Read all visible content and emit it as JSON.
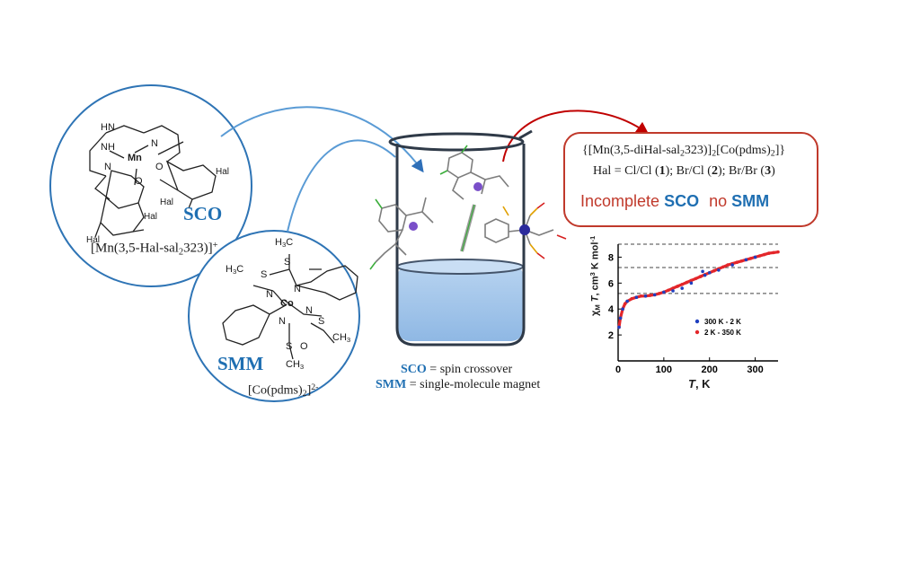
{
  "sco_circle": {
    "atoms": {
      "mn": "Mn",
      "n1": "N",
      "n2": "N",
      "n3": "N",
      "nh1": "NH",
      "hn": "HN",
      "o1": "O",
      "o2": "O"
    },
    "hal_labels": [
      "Hal",
      "Hal",
      "Hal",
      "Hal"
    ],
    "tag": "SCO",
    "formula_main": "[Mn(3,5-Hal-sal",
    "formula_sub": "2",
    "formula_tail": "323)]",
    "formula_sup": "+"
  },
  "smm_circle": {
    "atoms": {
      "co": "Co",
      "n1": "N",
      "n2": "N",
      "n3": "N",
      "n4": "N",
      "s1": "S",
      "s2": "S",
      "s3": "S",
      "s4": "S",
      "o": "O"
    },
    "methyl_top": "H",
    "methyl_top_sub": "3",
    "methyl_top_c": "C",
    "methyl_left": "H",
    "methyl_left_sub": "3",
    "methyl_left_c": "C",
    "methyl_right_c": "CH",
    "methyl_right_sub": "3",
    "methyl_bottom_c": "CH",
    "methyl_bottom_sub": "3",
    "tag": "SMM",
    "formula_main": "[Co(pdms)",
    "formula_sub": "2",
    "formula_tail": "]",
    "formula_sup": "2-"
  },
  "definitions": {
    "sco_abbr": "SCO",
    "sco_text": " = spin crossover",
    "smm_abbr": "SMM",
    "smm_text": " = single-molecule magnet"
  },
  "result_box": {
    "line1_a": "{[Mn(3,5-diHal-sal",
    "line1_sub1": "2",
    "line1_b": "323)]",
    "line1_sub2": "2",
    "line1_c": "[Co(pdms)",
    "line1_sub3": "2",
    "line1_d": "]}",
    "line2_a": "Hal = Cl/Cl (",
    "line2_n1": "1",
    "line2_b": "); Br/Cl (",
    "line2_n2": "2",
    "line2_c": "); Br/Br (",
    "line2_n3": "3",
    "line2_d": ")",
    "word_incomplete": "Incomplete",
    "word_sco": "SCO",
    "word_no": "no",
    "word_smm": "SMM"
  },
  "colors": {
    "circle_stroke": "#2e74b5",
    "arrow_blue": "#5a9bd5",
    "arrow_red": "#c00000",
    "box_stroke": "#c0392b",
    "accent_blue": "#1f6fb2",
    "liquid": "#a9c8ea",
    "series_blue": "#1f3fbf",
    "series_red": "#e3262a"
  },
  "chart_data": {
    "type": "scatter",
    "xlabel_italic": "T",
    "xlabel_rest": ", K",
    "ylabel": "χM T, cm3 K mol-1",
    "xlim": [
      0,
      350
    ],
    "ylim": [
      0,
      9
    ],
    "x_ticks": [
      0,
      100,
      200,
      300
    ],
    "y_ticks": [
      2,
      4,
      6,
      8
    ],
    "reference_lines": [
      5.2,
      7.2,
      9.0
    ],
    "legend_position": "center-right",
    "series": [
      {
        "name": "300 K - 2 K",
        "color": "#1f3fbf",
        "x": [
          300,
          280,
          250,
          220,
          200,
          190,
          185,
          160,
          140,
          120,
          100,
          80,
          60,
          40,
          20,
          10,
          5,
          2
        ],
        "y": [
          8.0,
          7.8,
          7.4,
          7.0,
          6.8,
          6.6,
          6.9,
          6.0,
          5.6,
          5.4,
          5.3,
          5.1,
          5.0,
          4.9,
          4.6,
          4.0,
          3.3,
          2.6
        ]
      },
      {
        "name": "2 K - 350 K",
        "color": "#e3262a",
        "x": [
          2,
          5,
          10,
          15,
          20,
          30,
          40,
          50,
          60,
          70,
          80,
          90,
          100,
          110,
          120,
          130,
          140,
          150,
          160,
          170,
          180,
          190,
          200,
          210,
          220,
          230,
          240,
          250,
          260,
          270,
          280,
          290,
          300,
          310,
          320,
          330,
          340,
          350
        ],
        "y": [
          2.6,
          3.3,
          4.0,
          4.4,
          4.6,
          4.8,
          4.9,
          5.0,
          5.0,
          5.05,
          5.1,
          5.2,
          5.3,
          5.45,
          5.6,
          5.75,
          5.9,
          6.05,
          6.2,
          6.35,
          6.5,
          6.65,
          6.8,
          6.95,
          7.1,
          7.25,
          7.4,
          7.5,
          7.6,
          7.7,
          7.8,
          7.9,
          8.0,
          8.1,
          8.2,
          8.3,
          8.35,
          8.4
        ]
      }
    ]
  }
}
